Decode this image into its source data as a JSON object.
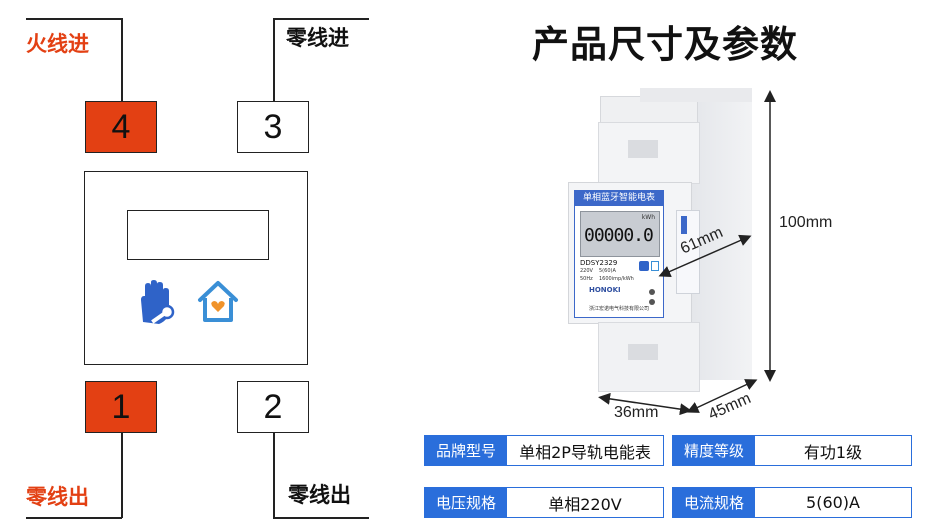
{
  "title": "产品尺寸及参数",
  "wiring": {
    "live_in": "火线进",
    "neutral_in": "零线进",
    "neutral_out_left": "零线出",
    "neutral_out_right": "零线出",
    "terminal_4": "4",
    "terminal_3": "3",
    "terminal_1": "1",
    "terminal_2": "2"
  },
  "product": {
    "panel_title": "单相蓝牙智能电表",
    "lcd_unit": "kWh",
    "lcd_reading": "00000.0",
    "model": "DDSY2329",
    "rating_voltage": "220V",
    "rating_current": "5(60)A",
    "freq": "50Hz",
    "constant": "1600imp/kWh",
    "brand": "HONOKI",
    "maker": "浙江宏诺电气科技有限公司",
    "dim_height": "100mm",
    "dim_depth": "61mm",
    "dim_width": "36mm",
    "dim_width2": "45mm"
  },
  "params": [
    {
      "key": "品牌型号",
      "value": "单相2P导轨电能表"
    },
    {
      "key": "精度等级",
      "value": "有功1级"
    },
    {
      "key": "电压规格",
      "value": "单相220V"
    },
    {
      "key": "电流规格",
      "value": "5(60)A"
    }
  ],
  "colors": {
    "live": "#e34013",
    "accent": "#2a6edb",
    "key_icon": "#2f63c8",
    "home_icon": "#3a8fd6",
    "heart": "#f0932b"
  }
}
